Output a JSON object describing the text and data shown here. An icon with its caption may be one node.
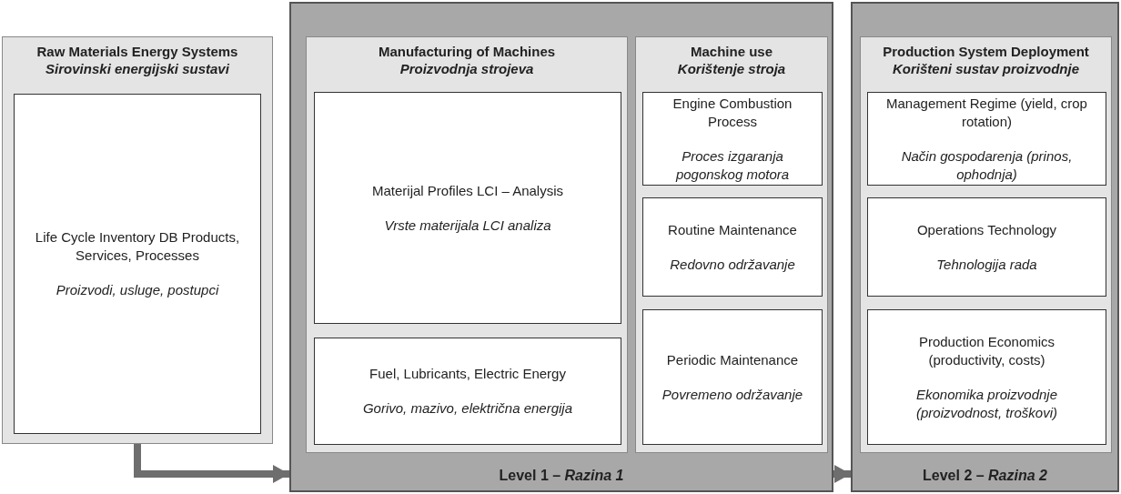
{
  "diagram": {
    "nodes": [
      {
        "text": [
          "Raw Materials Energy Systems",
          "Sirovinski energijski sustavi"
        ]
      },
      {
        "text": [
          "Life Cycle Inventory DB Products, Services, Processes",
          "Proizvodi, usluge, postupci"
        ],
        "in": 0
      },
      {
        "text": [
          "Level 1 – *Razina 1*"
        ]
      },
      {
        "text": [
          "Manufacturing of Machines",
          "Proizvodnja strojeva"
        ],
        "in": 2
      },
      {
        "text": [
          "Materijal Profiles LCI – Analysis",
          "Vrste materijala LCI analiza"
        ],
        "in": 3
      },
      {
        "text": [
          "Fuel, Lubricants, Electric Energy",
          "Gorivo, mazivo, električna energija"
        ],
        "in": 3
      },
      {
        "text": [
          "Machine use",
          "Korištenje stroja"
        ],
        "in": 2
      },
      {
        "text": [
          "Engine Combustion Process",
          "Proces izgaranja pogonskog motora"
        ],
        "in": 6
      },
      {
        "text": [
          "Routine Maintenance",
          "Redovno održavanje"
        ],
        "in": 6
      },
      {
        "text": [
          "Periodic Maintenance",
          "Povremeno održavanje"
        ],
        "in": 6
      },
      {
        "text": [
          "Level 2 – *Razina 2*"
        ]
      },
      {
        "text": [
          "Production System Deployment",
          "Korišteni sustav proizvodnje"
        ],
        "in": 10
      },
      {
        "text": [
          "Management Regime (yield, crop rotation)",
          "Način gospodarenja (prinos, ophodnja)"
        ],
        "in": 11
      },
      {
        "text": [
          "Operations Technology",
          "Tehnologija rada"
        ],
        "in": 11
      },
      {
        "text": [
          "Production Economics (productivity, costs)",
          "Ekonomika proizvodnje (proizvodnost, troškovi)"
        ],
        "in": 11
      }
    ],
    "edges": [
      {
        "from": 0,
        "to": 2,
        "arrow": "to"
      },
      {
        "from": 2,
        "to": 10,
        "arrow": "to"
      }
    ]
  }
}
